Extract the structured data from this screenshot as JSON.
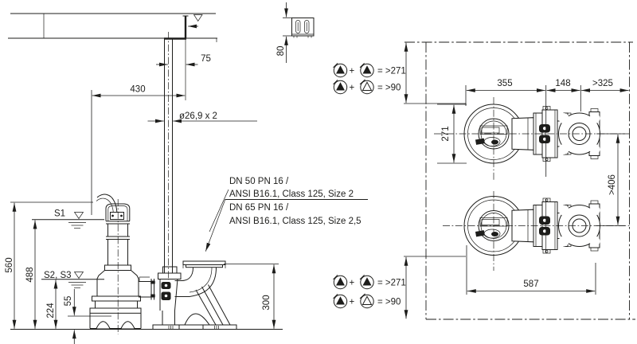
{
  "colors": {
    "line": "#1d1d1b",
    "background": "#ffffff"
  },
  "side_view": {
    "levels": {
      "s1": "S1",
      "s2_s3": "S2, S3"
    },
    "dims": {
      "pipe_offset": "75",
      "anchor_distance": "430",
      "pipe_size": "ø26,9 x 2",
      "bracket_height": "80",
      "max_level": "560",
      "s1_level": "488",
      "s2s3_level": "224",
      "suction_clearance": "55",
      "flange_height": "300"
    },
    "flange_callout": {
      "line1": "DN 50 PN 16 /",
      "line2": "ANSI B16.1, Class 125, Size 2",
      "line3": "DN 65 PN 16 /",
      "line4": "ANSI B16.1, Class 125, Size 2,5"
    }
  },
  "top_view": {
    "dims": {
      "pump_width": "355",
      "flange_to_elbow": "148",
      "wall_clearance": ">325",
      "pump_depth": "271",
      "pump_spacing": ">406",
      "total_length": "587"
    }
  },
  "legend": {
    "plus": "+",
    "equals_both_pumps": "= >271",
    "equals_reserve_pump": "= >90"
  },
  "icons": {
    "level_marker": "nabla-triangle",
    "pump_running": "circle-filled-triangle",
    "pump_reserve": "circle-open-triangle"
  }
}
